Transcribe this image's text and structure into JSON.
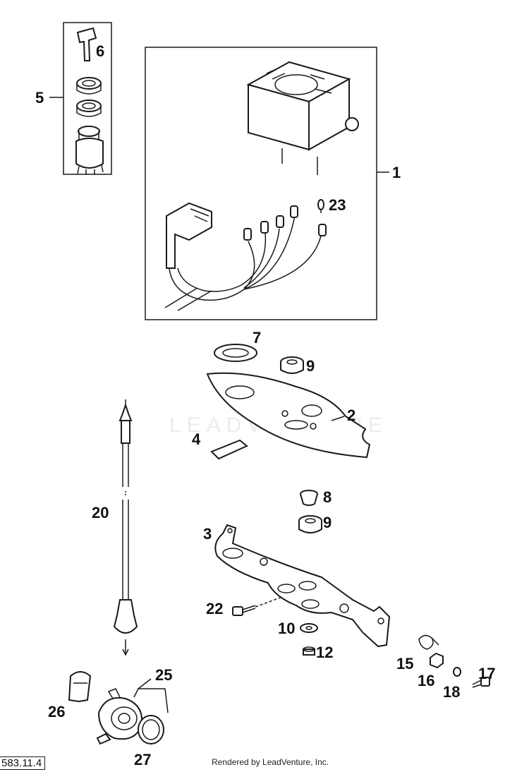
{
  "watermark": "LEADVENTURE",
  "footer_text": "Rendered by LeadVenture, Inc.",
  "reference_code": "583.11.4",
  "callouts": {
    "p1": "1",
    "p2": "2",
    "p3": "3",
    "p4": "4",
    "p5": "5",
    "p6": "6",
    "p7": "7",
    "p8": "8",
    "p9a": "9",
    "p9b": "9",
    "p10": "10",
    "p12": "12",
    "p15": "15",
    "p16": "16",
    "p17": "17",
    "p18": "18",
    "p20": "20",
    "p22": "22",
    "p23": "23",
    "p25": "25",
    "p26": "26",
    "p27": "27"
  }
}
